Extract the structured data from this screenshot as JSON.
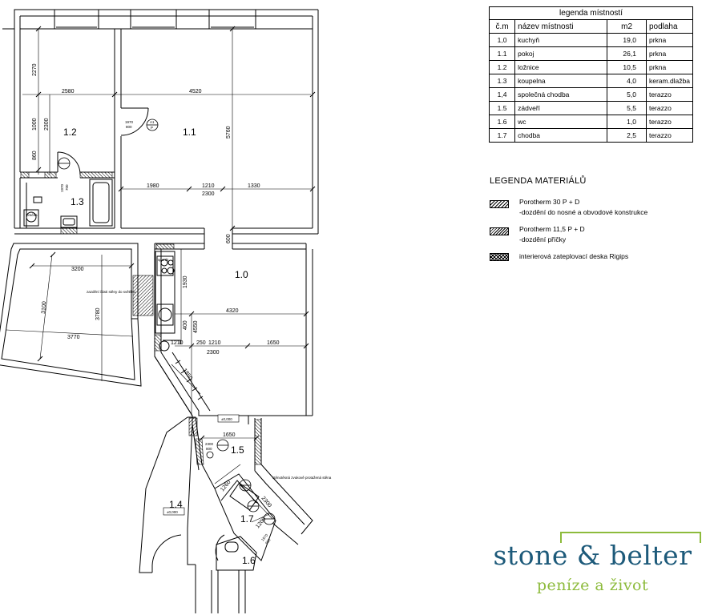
{
  "plan": {
    "rooms": {
      "kitchen": "1.0",
      "living": "1.1",
      "bedroom": "1.2",
      "bathroom": "1.3",
      "common_corridor": "1.4",
      "vestibule": "1.5",
      "wc": "1.6",
      "corridor": "1.7"
    },
    "dims": {
      "d2270": "2270",
      "d2580": "2580",
      "d4520": "4520",
      "d1000": "1000",
      "d2300": "2300",
      "d860": "860",
      "d5760": "5760",
      "door_1970": "1970",
      "door_800": "800",
      "door_1970b": "1970",
      "door_700": "700",
      "d1980": "1980",
      "d1210": "1210",
      "d1330": "1330",
      "d2300b": "2300",
      "d600": "600",
      "d3200": "3200",
      "d3100": "3100",
      "d3780": "3780",
      "d3770": "3770",
      "d1930": "1930",
      "d4320": "4320",
      "d4550": "4550",
      "d400": "400",
      "d250": "250",
      "d1210b": "1210",
      "d1650": "1650",
      "d1210c": "1210",
      "d2300c": "2300",
      "d1850": "1850",
      "d1650b": "1650",
      "door_2300": "2300",
      "door_800b": "800",
      "d1260": "1260",
      "d2300d": "2300",
      "d1200": "1200",
      "door_1970c": "1970",
      "door_600": "600"
    },
    "levels": {
      "lvl_vestibule": "±0,000",
      "lvl_corridor": "±0,000"
    },
    "notes": {
      "washer": "pračka",
      "bricked_niche": "zazdění části stěny do světlíku",
      "acoustic_wall": "stěnotěsná zvukově protažená stěna",
      "stove": "sporák",
      "door_tag": "A1\nP",
      "door_tag_label_1": "A1",
      "door_tag_label_2": "P"
    }
  },
  "room_table": {
    "caption": "legenda místností",
    "headers": [
      "č.m",
      "název místnosti",
      "m2",
      "podlaha"
    ],
    "rows": [
      [
        "1,0",
        "kuchyň",
        "19,0",
        "prkna"
      ],
      [
        "1.1",
        "pokoj",
        "26,1",
        "prkna"
      ],
      [
        "1.2",
        "ložnice",
        "10,5",
        "prkna"
      ],
      [
        "1.3",
        "koupelna",
        "4,0",
        "keram.dlažba"
      ],
      [
        "1,4",
        "společná chodba",
        "5,0",
        "terazzo"
      ],
      [
        "1.5",
        "zádveří",
        "5,5",
        "terazzo"
      ],
      [
        "1.6",
        "wc",
        "1,0",
        "terazzo"
      ],
      [
        "1.7",
        "chodba",
        "2,5",
        "terazzo"
      ]
    ]
  },
  "materials": {
    "title": "LEGENDA MATERIÁLŮ",
    "items": [
      {
        "line1": "Porotherm 30 P + D",
        "line2": "-dozdění do nosné a obvodové konstrukce",
        "icon": "dense-hatch-swatch"
      },
      {
        "line1": "Porotherm 11,5 P + D",
        "line2": "-dozdění příčky",
        "icon": "light-hatch-swatch"
      },
      {
        "line1": "interierová zateplovací deska Rigips",
        "line2": "",
        "icon": "cross-hatch-swatch"
      }
    ]
  },
  "logo": {
    "name": "stone & belter",
    "tagline": "peníze a život",
    "colors": {
      "name": "#1d5a7a",
      "accent": "#8dbb3c"
    }
  }
}
